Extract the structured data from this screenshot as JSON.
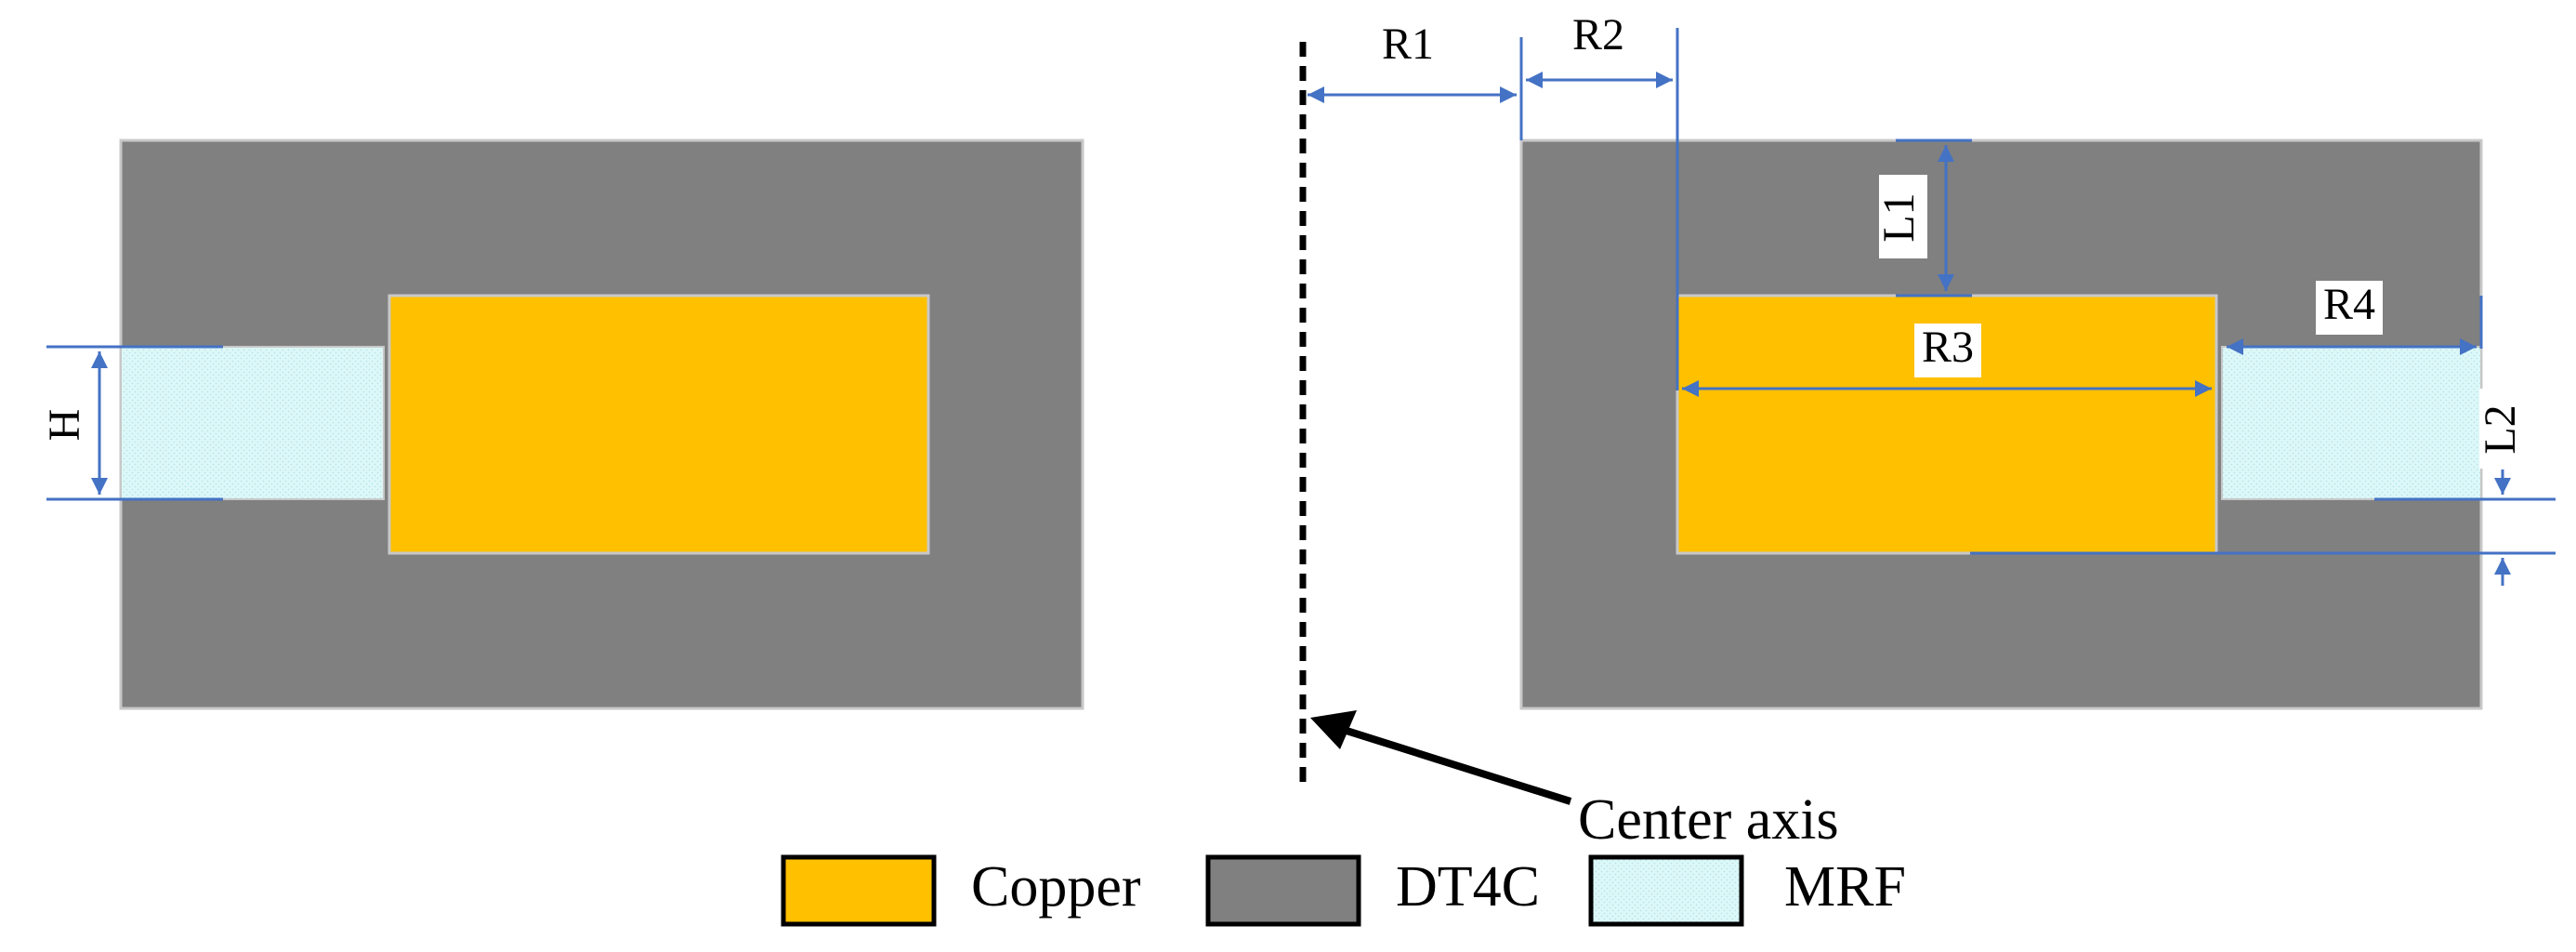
{
  "colors": {
    "copper": "#FFC000",
    "dt4c": "#808080",
    "mrf": "#DDF8F8",
    "dimension": "#4472C4",
    "axis": "#000000",
    "border": "#C8C8C8"
  },
  "dimensions": {
    "h": "H",
    "r1": "R1",
    "r2": "R2",
    "r3": "R3",
    "r4": "R4",
    "l1": "L1",
    "l2": "L2"
  },
  "annotations": {
    "center_axis": "Center axis"
  },
  "legend": {
    "items": [
      {
        "label": "Copper",
        "color": "#FFC000"
      },
      {
        "label": "DT4C",
        "color": "#808080"
      },
      {
        "label": "MRF",
        "color": "#DDF8F8"
      }
    ]
  }
}
